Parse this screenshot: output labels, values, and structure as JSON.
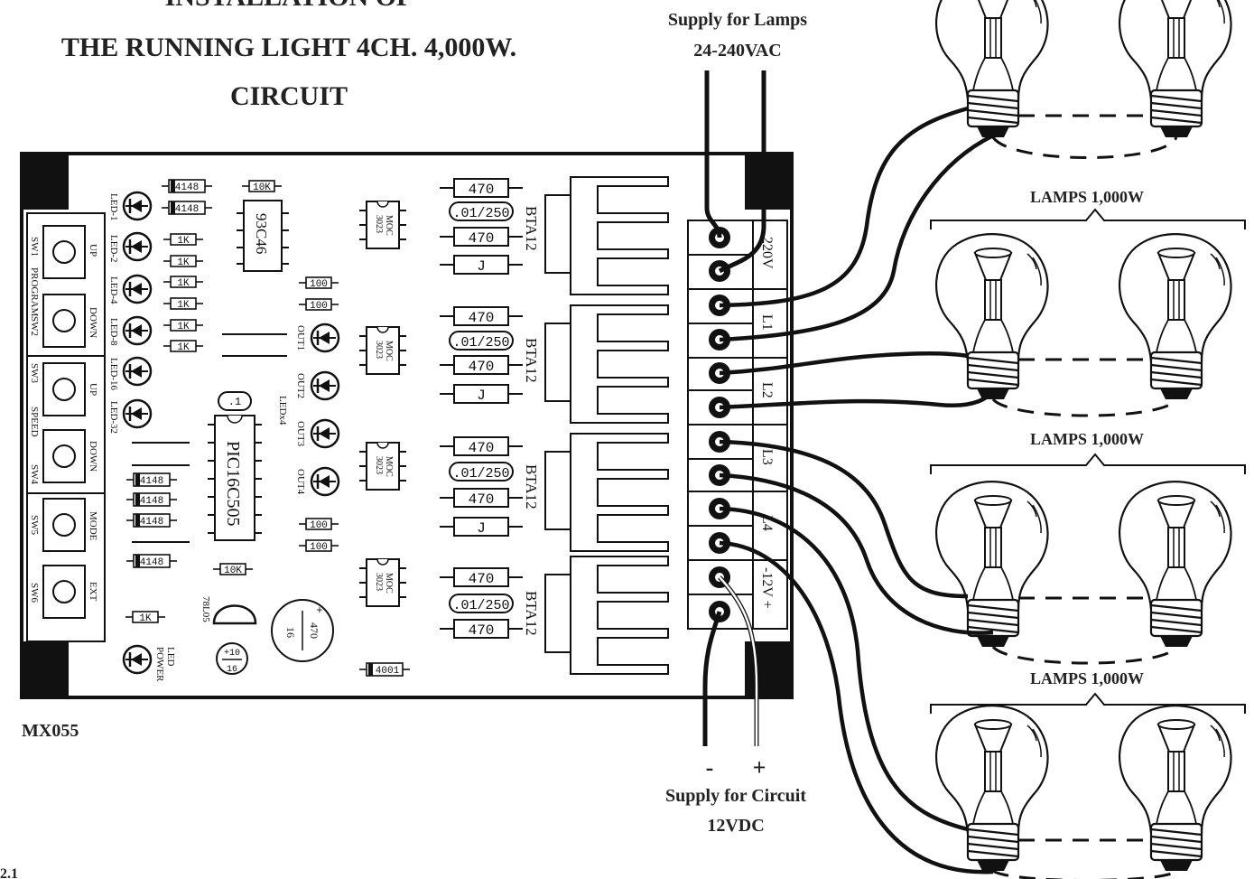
{
  "title": {
    "line1": "INSTALLATION OF",
    "line2": "THE RUNNING LIGHT 4CH. 4,000W.",
    "line3": "CIRCUIT"
  },
  "supply_lamps": {
    "line1": "Supply for Lamps",
    "line2": "24-240VAC"
  },
  "supply_circuit": {
    "line1": "Supply for Circuit",
    "line2": "12VDC",
    "minus": "-",
    "plus": "+"
  },
  "board_name": "MX055",
  "corner_label": "2.1",
  "lamp_groups": [
    "LAMPS 1,000W",
    "LAMPS 1,000W",
    "LAMPS 1,000W"
  ],
  "switches": {
    "names": [
      "SW1",
      "SW2",
      "SW3",
      "SW4",
      "SW5",
      "SW6"
    ],
    "functions": [
      "UP",
      "DOWN",
      "UP",
      "DOWN",
      "MODE",
      "EXT"
    ],
    "groups": [
      "PROGRAM",
      "SPEED"
    ]
  },
  "leds": [
    "LED-1",
    "LED-2",
    "LED-4",
    "LED-8",
    "LED-16",
    "LED-32"
  ],
  "led_power": [
    "LED",
    "POWER"
  ],
  "outputs": [
    "OUT1",
    "OUT2",
    "OUT3",
    "OUT4"
  ],
  "ledx4": "LEDx4",
  "components": {
    "diode_4148": "4148",
    "r_10k": "10K",
    "r_1k": "1K",
    "r_100": "100",
    "r_470": "470",
    "cap_01_250": ".01/250",
    "jumper": "J",
    "eeprom": "93C46",
    "mcu": "PIC16C505",
    "cap_01": ".1",
    "moc_line1": "MOC",
    "moc_line2": "3023",
    "triac": "BTA12",
    "regulator": "78L05",
    "cap_10_16_top": "+10",
    "cap_10_16_bottom": "16",
    "cap_470_16_top": "470",
    "cap_470_16_bottom": "16",
    "diode_4001": "4001"
  },
  "terminals": [
    "220V",
    "L1",
    "L2",
    "L3",
    "L4",
    "-12V +"
  ]
}
